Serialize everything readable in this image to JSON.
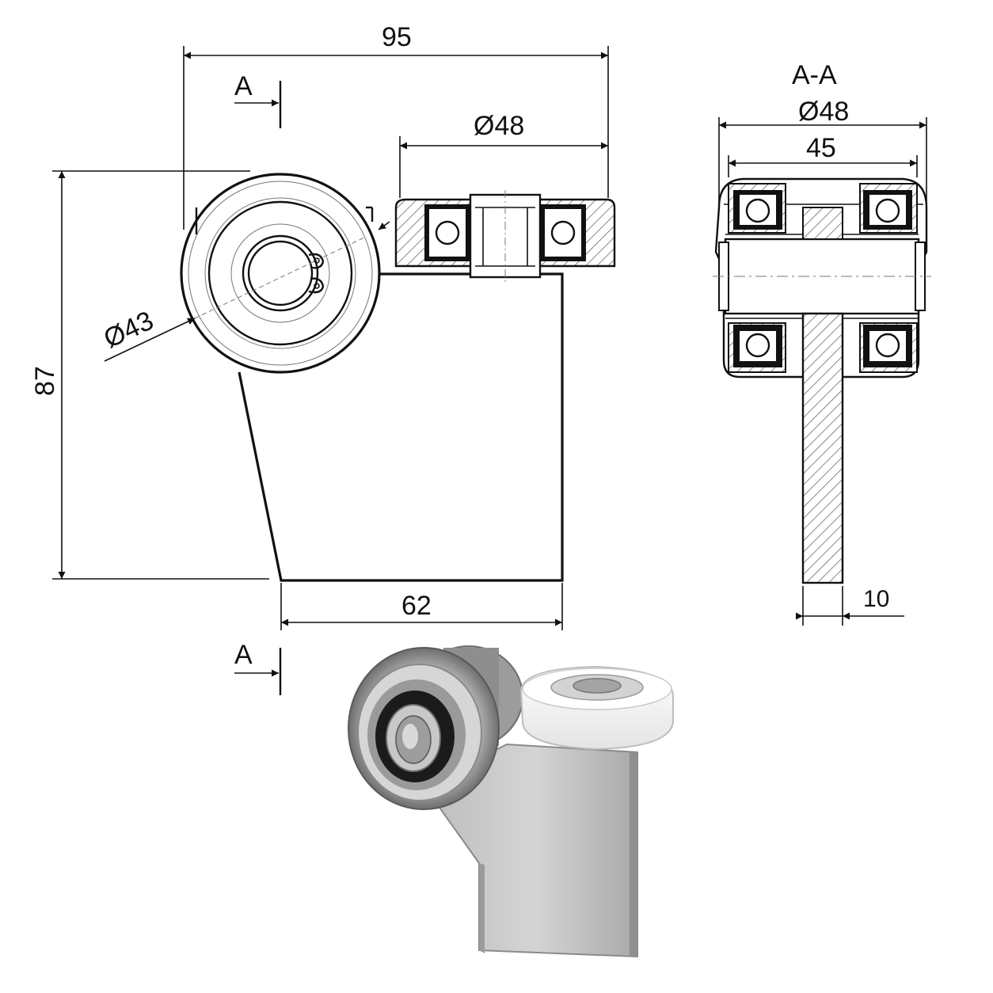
{
  "dimensions": {
    "width_overall": "95",
    "roller_diameter_side": "Ø48",
    "wheel_diameter": "Ø43",
    "height_overall": "87",
    "base_width": "62",
    "section_title": "A-A",
    "section_diameter": "Ø48",
    "section_width": "45",
    "plate_thickness": "10",
    "section_marker_top": "A",
    "section_marker_bottom": "A"
  },
  "colors": {
    "line": "#111111",
    "hatch": "#555555",
    "bearing_black": "#111111",
    "steel_light": "#d9d9d9",
    "steel_mid": "#a8a8a8",
    "steel_dark": "#6e6e6e",
    "nylon_white": "#f6f6f6"
  }
}
